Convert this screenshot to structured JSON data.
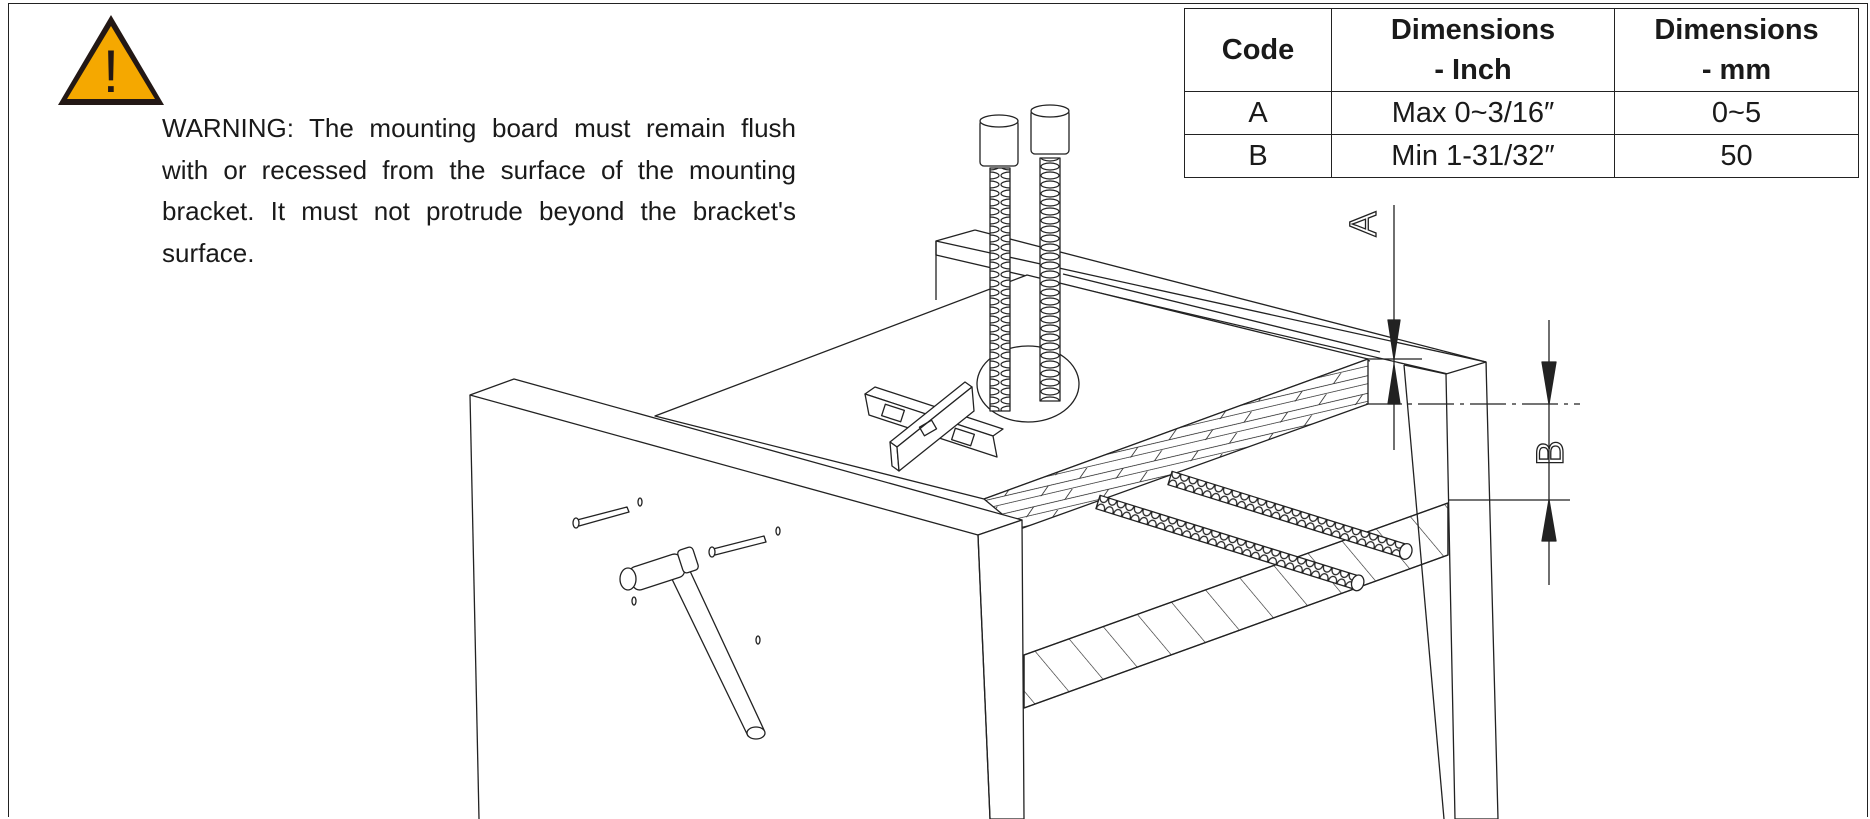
{
  "warning": {
    "icon": "warning-triangle-icon",
    "icon_color": "#F5A800",
    "mark": "!",
    "text": "WARNING: The mounting board must remain flush with or recessed from the surface of the mounting bracket. It must not protrude beyond the bracket's surface."
  },
  "table": {
    "headers": {
      "code": "Code",
      "inch": "Dimensions - Inch",
      "mm": "Dimensions - mm"
    },
    "rows": [
      {
        "code": "A",
        "inch": "Max 0~3/16″",
        "mm": "0~5"
      },
      {
        "code": "B",
        "inch": "Min 1-31/32″",
        "mm": "50"
      }
    ]
  },
  "drawing": {
    "label_a": "A",
    "label_b": "B"
  }
}
